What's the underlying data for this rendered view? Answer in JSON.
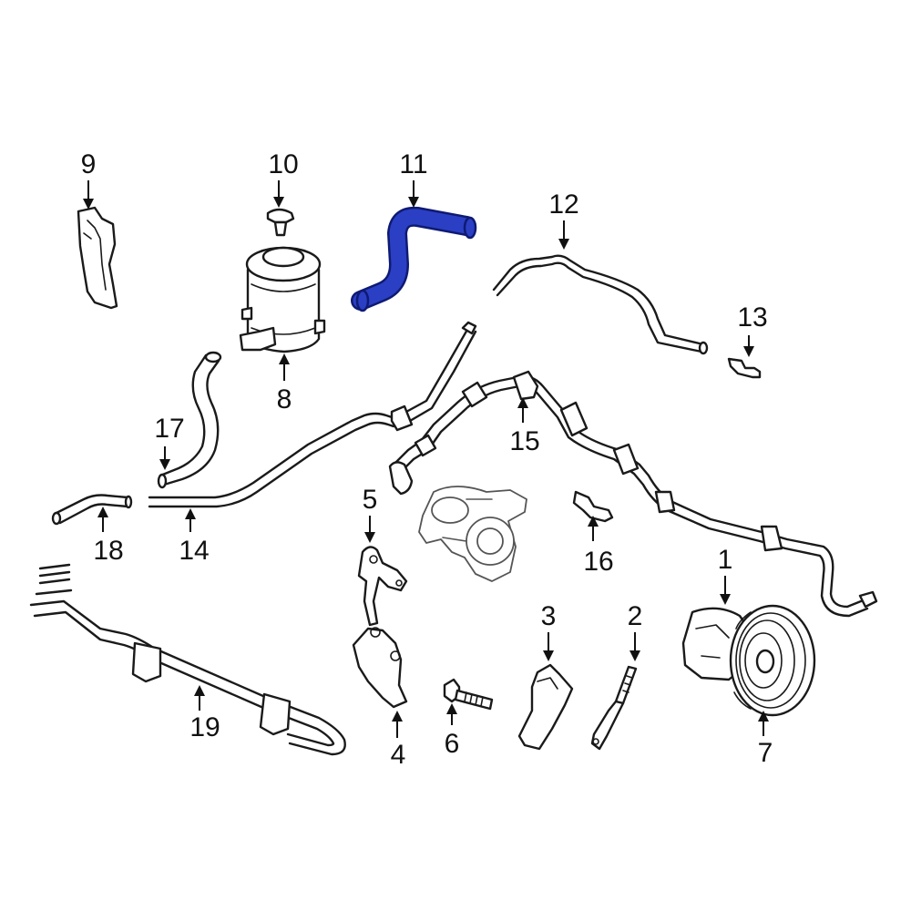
{
  "diagram": {
    "highlight_color": "#2b3fc4",
    "line_color": "#1a1a1a",
    "highlighted_part": "11",
    "callouts": [
      "1",
      "2",
      "3",
      "4",
      "5",
      "6",
      "7",
      "8",
      "9",
      "10",
      "11",
      "12",
      "13",
      "14",
      "15",
      "16",
      "17",
      "18",
      "19"
    ]
  }
}
